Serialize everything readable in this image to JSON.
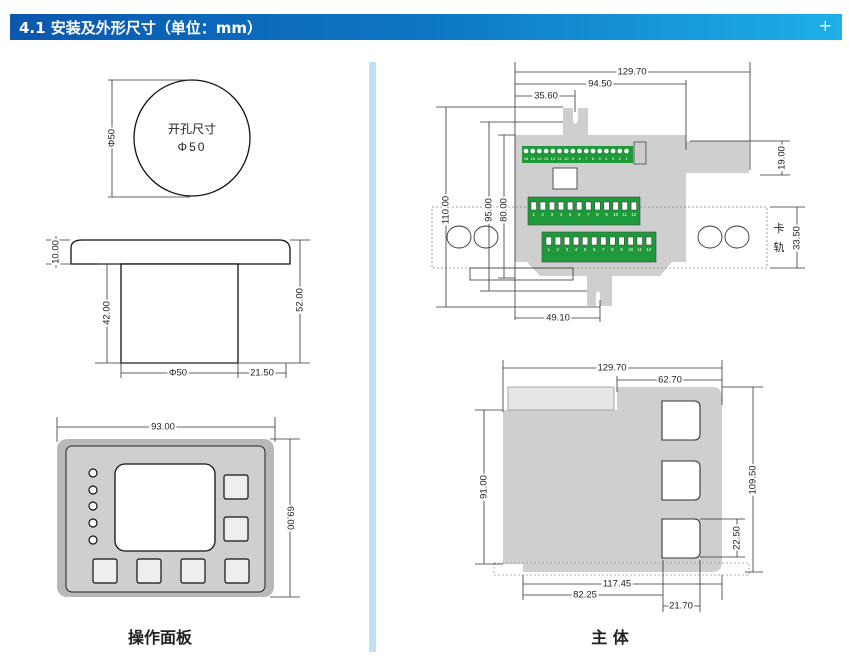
{
  "header": {
    "title": "4.1 安装及外形尺寸（单位：mm）",
    "plus": "+"
  },
  "cutout": {
    "label": "开孔尺寸",
    "diameter": "Φ50",
    "dim": "Φ50"
  },
  "side_view": {
    "cap_height": "10.00",
    "body_height": "42.00",
    "total_height": "52.00",
    "body_diameter": "Φ50",
    "overhang": "21.50"
  },
  "panel": {
    "width": "93.00",
    "height": "69.00",
    "caption": "操作面板",
    "led_count": 5
  },
  "main_top": {
    "w_total": "129.70",
    "w_body": "94.50",
    "w_tab": "35.60",
    "h_total": "110.00",
    "h_mid": "95.00",
    "h_body": "80.00",
    "w_bottom_tab": "49.10",
    "ext_h": "19.00",
    "rail_h": "33.50",
    "rail_label_1": "卡",
    "rail_label_2": "轨",
    "terminal_18": [
      "18",
      "16",
      "14",
      "15",
      "13",
      "11",
      "10",
      "9",
      "8",
      "7",
      "6",
      "5",
      "4",
      "3",
      "2",
      "1",
      "",
      ""
    ],
    "terminal_12": [
      "1",
      "2",
      "3",
      "4",
      "5",
      "6",
      "7",
      "8",
      "9",
      "10",
      "11",
      "12"
    ]
  },
  "main_front": {
    "w_total": "129.70",
    "w_right": "62.70",
    "h_left": "91.00",
    "h_total": "109.50",
    "sq_h": "22.50",
    "w_117": "117.45",
    "w_82": "82.25",
    "sq_w": "21.70",
    "caption": "主 体"
  },
  "colors": {
    "green": "#1f9a3a",
    "gray": "#cfcfcf",
    "divider": "#bfe0f5"
  }
}
